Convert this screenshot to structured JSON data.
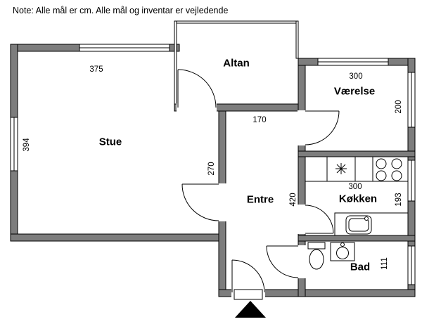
{
  "note": "Note: Alle mål er cm. Alle mål og inventar er vejledende",
  "rooms": {
    "stue": "Stue",
    "altan": "Altan",
    "vaerelse": "Værelse",
    "entre": "Entre",
    "koekken": "Køkken",
    "bad": "Bad"
  },
  "dimensions": {
    "stue_width": "375",
    "stue_depth": "394",
    "vaerelse_width": "300",
    "vaerelse_depth": "200",
    "entre_width": "170",
    "stue_entre_wall": "270",
    "entre_depth": "420",
    "koekken_width": "300",
    "koekken_depth": "193",
    "bad_depth": "111"
  },
  "icons": {
    "entrance_marker": "▲",
    "stove_burners": "4 circles",
    "appliance_symbol": "✳"
  },
  "colors": {
    "wall_fill": "#7d7d7d",
    "line": "#000000",
    "background": "#ffffff"
  }
}
